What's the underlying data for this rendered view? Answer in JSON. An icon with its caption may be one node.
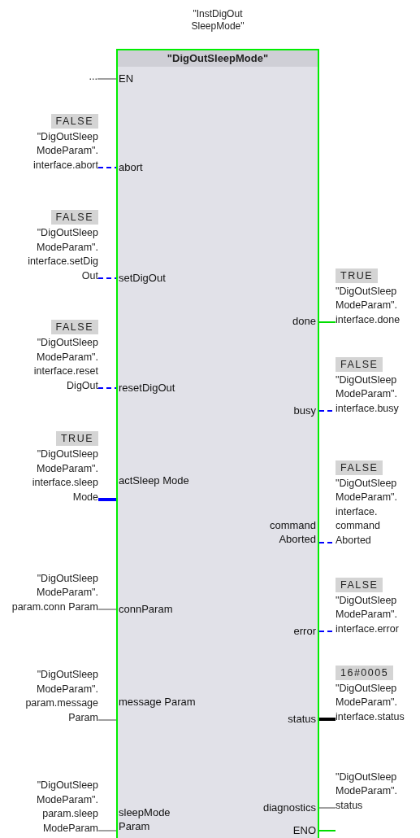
{
  "diagram": {
    "nodes": [
      {
        "text": [
          "\"DigOutSleepMode\""
        ],
        "beside": [
          "\"InstDigOut SleepMode\""
        ]
      },
      {
        "text": [
          "EN"
        ],
        "in": 0
      },
      {
        "text": [
          "abort"
        ],
        "in": 0
      },
      {
        "text": [
          "setDigOut"
        ],
        "in": 0
      },
      {
        "text": [
          "resetDigOut"
        ],
        "in": 0
      },
      {
        "text": [
          "actSleep Mode"
        ],
        "in": 0
      },
      {
        "text": [
          "connParam"
        ],
        "in": 0
      },
      {
        "text": [
          "message Param"
        ],
        "in": 0
      },
      {
        "text": [
          "sleepMode Param"
        ],
        "in": 0
      },
      {
        "text": [
          "done"
        ],
        "in": 0
      },
      {
        "text": [
          "busy"
        ],
        "in": 0
      },
      {
        "text": [
          "command Aborted"
        ],
        "in": 0
      },
      {
        "text": [
          "error"
        ],
        "in": 0
      },
      {
        "text": [
          "status"
        ],
        "in": 0
      },
      {
        "text": [
          "diagnostics"
        ],
        "in": 0
      },
      {
        "text": [
          "ENO"
        ],
        "in": 0
      },
      {
        "text": [
          "..."
        ]
      },
      {
        "text": [
          "FALSE",
          "\"DigOutSleep ModeParam\". interface.abort"
        ]
      },
      {
        "text": [
          "FALSE",
          "\"DigOutSleep ModeParam\". interface.setDig Out"
        ]
      },
      {
        "text": [
          "FALSE",
          "\"DigOutSleep ModeParam\". interface.reset DigOut"
        ]
      },
      {
        "text": [
          "TRUE",
          "\"DigOutSleep ModeParam\". interface.sleep Mode"
        ]
      },
      {
        "text": [
          "\"DigOutSleep ModeParam\". param.conn Param"
        ]
      },
      {
        "text": [
          "\"DigOutSleep ModeParam\". param.message Param"
        ]
      },
      {
        "text": [
          "\"DigOutSleep ModeParam\". param.sleep ModeParam"
        ]
      },
      {
        "text": [
          "TRUE",
          "\"DigOutSleep ModeParam\". interface.done"
        ]
      },
      {
        "text": [
          "FALSE",
          "\"DigOutSleep ModeParam\". interface.busy"
        ]
      },
      {
        "text": [
          "FALSE",
          "\"DigOutSleep ModeParam\". interface. command Aborted"
        ]
      },
      {
        "text": [
          "FALSE",
          "\"DigOutSleep ModeParam\". interface.error"
        ]
      },
      {
        "text": [
          "16#0005",
          "\"DigOutSleep ModeParam\". interface.status"
        ]
      },
      {
        "text": [
          "\"DigOutSleep ModeParam\". status"
        ]
      }
    ],
    "edges": [
      {
        "from": 16,
        "to": 1,
        "arrow": "none",
        "color": "#a0a0a0"
      },
      {
        "from": 17,
        "to": 2,
        "arrow": "none",
        "style": "dashed",
        "color": "#0000ff"
      },
      {
        "from": 18,
        "to": 3,
        "arrow": "none",
        "style": "dashed",
        "color": "#0000ff"
      },
      {
        "from": 19,
        "to": 4,
        "arrow": "none",
        "style": "dashed",
        "color": "#0000ff"
      },
      {
        "from": 20,
        "to": 5,
        "arrow": "none",
        "style": "thick",
        "color": "#0000ff"
      },
      {
        "from": 21,
        "to": 6,
        "arrow": "none",
        "color": "#a0a0a0"
      },
      {
        "from": 22,
        "to": 7,
        "arrow": "none",
        "color": "#a0a0a0"
      },
      {
        "from": 23,
        "to": 8,
        "arrow": "none",
        "color": "#a0a0a0"
      },
      {
        "from": 9,
        "to": 24,
        "arrow": "none",
        "color": "#00dd00"
      },
      {
        "from": 10,
        "to": 25,
        "arrow": "none",
        "style": "dashed",
        "color": "#0000ff"
      },
      {
        "from": 11,
        "to": 26,
        "arrow": "none",
        "style": "dashed",
        "color": "#0000ff"
      },
      {
        "from": 12,
        "to": 27,
        "arrow": "none",
        "style": "dashed",
        "color": "#0000ff"
      },
      {
        "from": 13,
        "to": 28,
        "arrow": "none",
        "style": "thick",
        "color": "#000000"
      },
      {
        "from": 14,
        "to": 29,
        "arrow": "none",
        "color": "#a0a0a0"
      },
      {
        "from": 15,
        "to": null,
        "arrow": "none",
        "color": "#00dd00"
      }
    ]
  }
}
